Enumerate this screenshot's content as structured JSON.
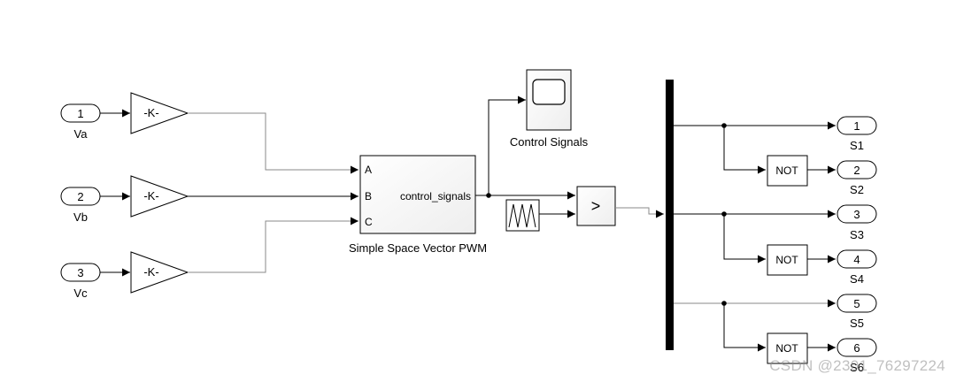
{
  "inports": [
    {
      "num": "1",
      "label": "Va"
    },
    {
      "num": "2",
      "label": "Vb"
    },
    {
      "num": "3",
      "label": "Vc"
    }
  ],
  "gain_label": "-K-",
  "svpwm": {
    "name": "Simple Space Vector PWM",
    "inputs": [
      "A",
      "B",
      "C"
    ],
    "output": "control_signals"
  },
  "scope": {
    "name": "Control Signals"
  },
  "compare": {
    "symbol": ">"
  },
  "not_label": "NOT",
  "outports": [
    {
      "num": "1",
      "label": "S1"
    },
    {
      "num": "2",
      "label": "S2"
    },
    {
      "num": "3",
      "label": "S3"
    },
    {
      "num": "4",
      "label": "S4"
    },
    {
      "num": "5",
      "label": "S5"
    },
    {
      "num": "6",
      "label": "S6"
    }
  ],
  "watermark": "CSDN @2301_76297224",
  "colors": {
    "block_fill": "#ffffff",
    "line": "#000000",
    "line_light": "#8a8a8a",
    "demux": "#000000"
  }
}
